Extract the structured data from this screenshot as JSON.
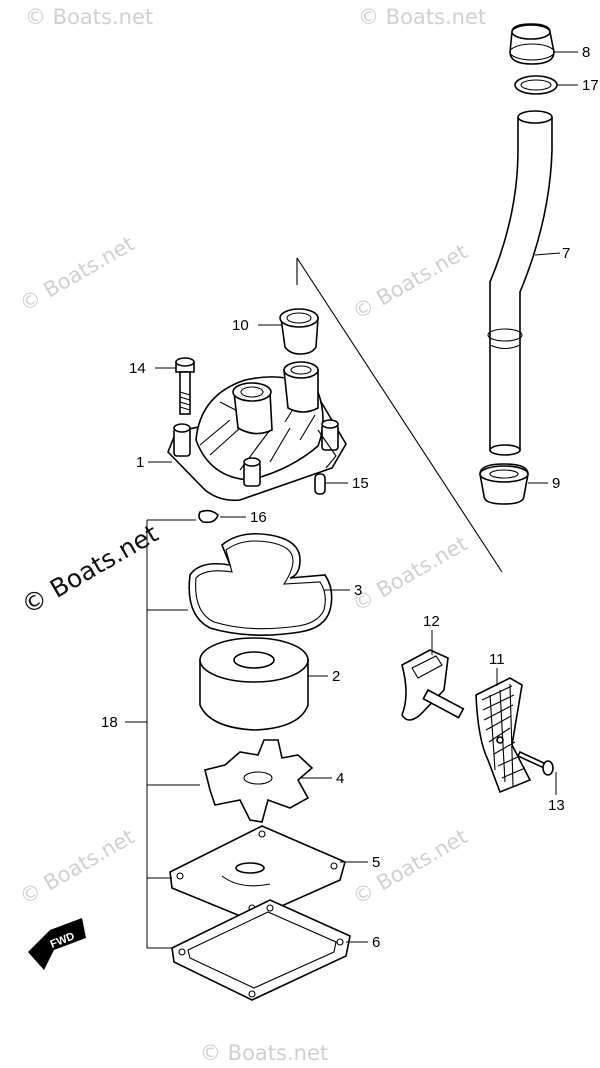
{
  "watermarks": [
    {
      "text": "© Boats.net"
    },
    {
      "text": "© Boats.net"
    },
    {
      "text": "© Boats.net"
    },
    {
      "text": "© Boats.net"
    },
    {
      "text": "© Boats.net"
    },
    {
      "text": "© Boats.net"
    },
    {
      "text": "© Boats.net"
    },
    {
      "text": "© Boats.net"
    }
  ],
  "main_watermark": "© Boats.net",
  "fwd_label": "FWD",
  "callouts": {
    "p1": "1",
    "p2": "2",
    "p3": "3",
    "p4": "4",
    "p5": "5",
    "p6": "6",
    "p7": "7",
    "p8": "8",
    "p9": "9",
    "p10": "10",
    "p11": "11",
    "p12": "12",
    "p13": "13",
    "p14": "14",
    "p15": "15",
    "p16": "16",
    "p17": "17",
    "p18": "18"
  }
}
